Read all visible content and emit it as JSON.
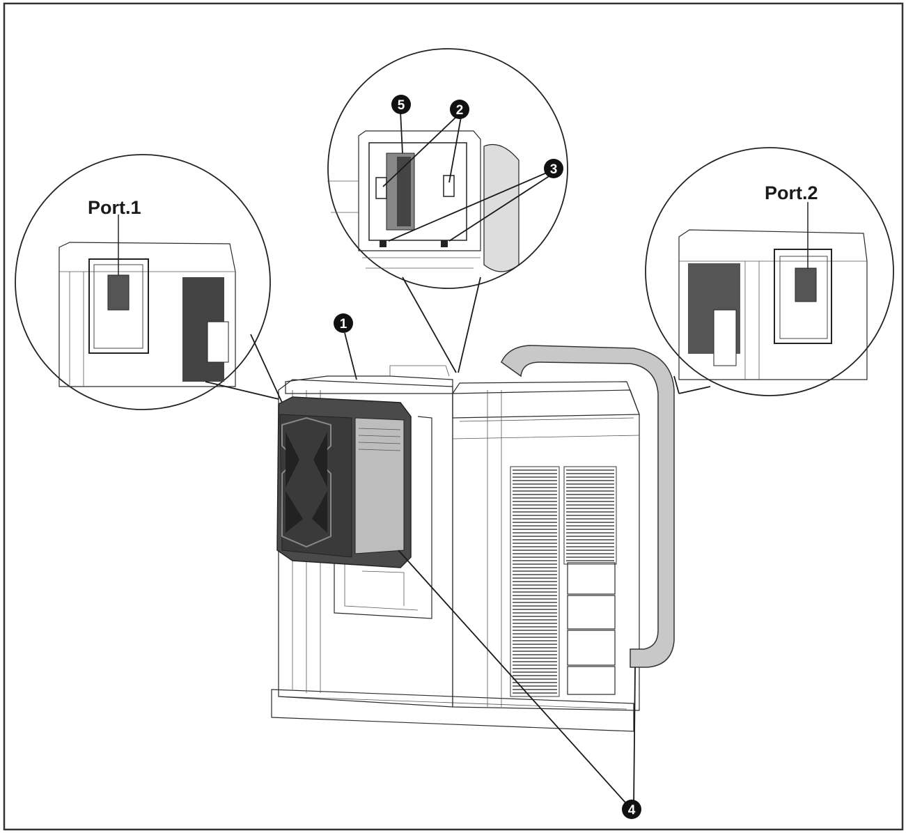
{
  "labels": {
    "port1": "Port.1",
    "port2": "Port.2"
  },
  "callouts": {
    "c1": "1",
    "c2": "2",
    "c3": "3",
    "c4": "4",
    "c5": "5"
  },
  "colors": {
    "line": "#2a2a2a",
    "fill_dark": "#3a3a3a",
    "fill_gray": "#bdbdbd",
    "background": "#ffffff"
  }
}
